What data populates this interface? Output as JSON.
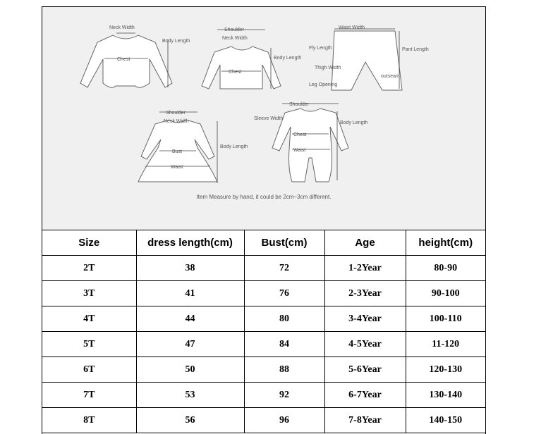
{
  "diagram": {
    "note": "Item Measure by hand, it could be 2cm~3cm different.",
    "labels": {
      "neck_width": "Neck Width",
      "body_length": "Body Length",
      "chest": "Chest",
      "shoulder": "Shoulder",
      "waist_width": "Waist Width",
      "fly_length": "Fly Length",
      "pant_length": "Pant Length",
      "thigh_width": "Thigh Width",
      "outseam": "outseam",
      "leg_opening": "Leg Opening",
      "bust": "Bust",
      "waist": "Waist",
      "sleeve_width": "Sleeve Width"
    }
  },
  "table": {
    "headers": [
      "Size",
      "dress length(cm)",
      "Bust(cm)",
      "Age",
      "height(cm)"
    ],
    "rows": [
      [
        "2T",
        "38",
        "72",
        "1-2Year",
        "80-90"
      ],
      [
        "3T",
        "41",
        "76",
        "2-3Year",
        "90-100"
      ],
      [
        "4T",
        "44",
        "80",
        "3-4Year",
        "100-110"
      ],
      [
        "5T",
        "47",
        "84",
        "4-5Year",
        "11-120"
      ],
      [
        "6T",
        "50",
        "88",
        "5-6Year",
        "120-130"
      ],
      [
        "7T",
        "53",
        "92",
        "6-7Year",
        "130-140"
      ],
      [
        "8T",
        "56",
        "96",
        "7-8Year",
        "140-150"
      ]
    ]
  }
}
